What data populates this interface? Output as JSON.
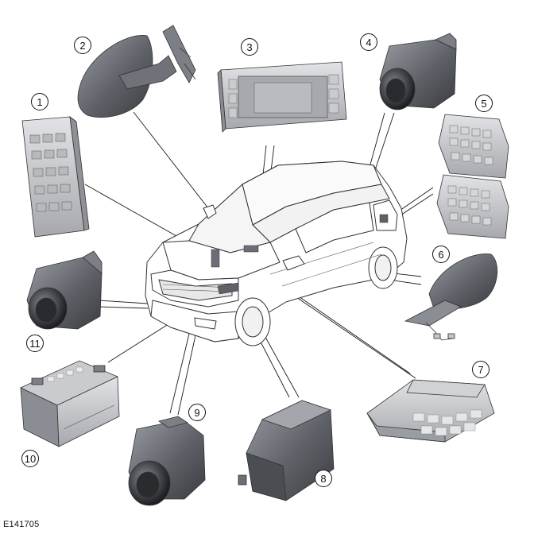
{
  "figure_id": "E141705",
  "callouts": [
    "1",
    "2",
    "3",
    "4",
    "5",
    "6",
    "7",
    "8",
    "9",
    "10",
    "11"
  ],
  "colors": {
    "line": "#1a1a1a",
    "part_dark": "#5a5d63",
    "part_mid": "#8a8d93",
    "part_light": "#c4c6ca",
    "car_body": "#ffffff",
    "car_outline": "#333333"
  },
  "components": [
    {
      "callout": "1",
      "icon": "fuse-box-icon"
    },
    {
      "callout": "2",
      "icon": "door-mirror-icon"
    },
    {
      "callout": "3",
      "icon": "control-module-tray-icon"
    },
    {
      "callout": "4",
      "icon": "camera-icon"
    },
    {
      "callout": "5",
      "icon": "connector-block-icon"
    },
    {
      "callout": "6",
      "icon": "door-mirror-icon"
    },
    {
      "callout": "7",
      "icon": "control-module-icon"
    },
    {
      "callout": "8",
      "icon": "control-module-icon"
    },
    {
      "callout": "9",
      "icon": "camera-icon"
    },
    {
      "callout": "10",
      "icon": "battery-icon"
    },
    {
      "callout": "11",
      "icon": "camera-icon"
    }
  ]
}
